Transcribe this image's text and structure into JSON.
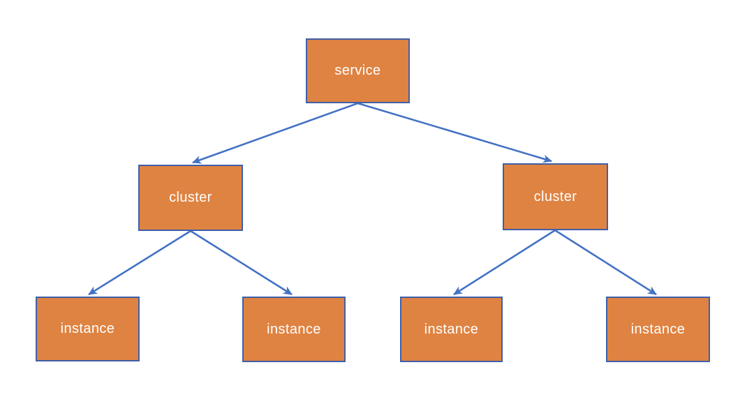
{
  "diagram": {
    "type": "tree",
    "background": "#FFFFFF",
    "colors": {
      "node_fill": "#DF8342",
      "node_border": "#3F5FA8",
      "arrow": "#4472C4",
      "label_text": "#FFFFFF"
    },
    "nodes": [
      {
        "id": "service",
        "label": "service",
        "level": 0
      },
      {
        "id": "cluster-left",
        "label": "cluster",
        "level": 1
      },
      {
        "id": "cluster-right",
        "label": "cluster",
        "level": 1
      },
      {
        "id": "instance-1",
        "label": "instance",
        "level": 2
      },
      {
        "id": "instance-2",
        "label": "instance",
        "level": 2
      },
      {
        "id": "instance-3",
        "label": "instance",
        "level": 2
      },
      {
        "id": "instance-4",
        "label": "instance",
        "level": 2
      }
    ],
    "edges": [
      {
        "from": "service",
        "to": "cluster-left"
      },
      {
        "from": "service",
        "to": "cluster-right"
      },
      {
        "from": "cluster-left",
        "to": "instance-1"
      },
      {
        "from": "cluster-left",
        "to": "instance-2"
      },
      {
        "from": "cluster-right",
        "to": "instance-3"
      },
      {
        "from": "cluster-right",
        "to": "instance-4"
      }
    ]
  }
}
